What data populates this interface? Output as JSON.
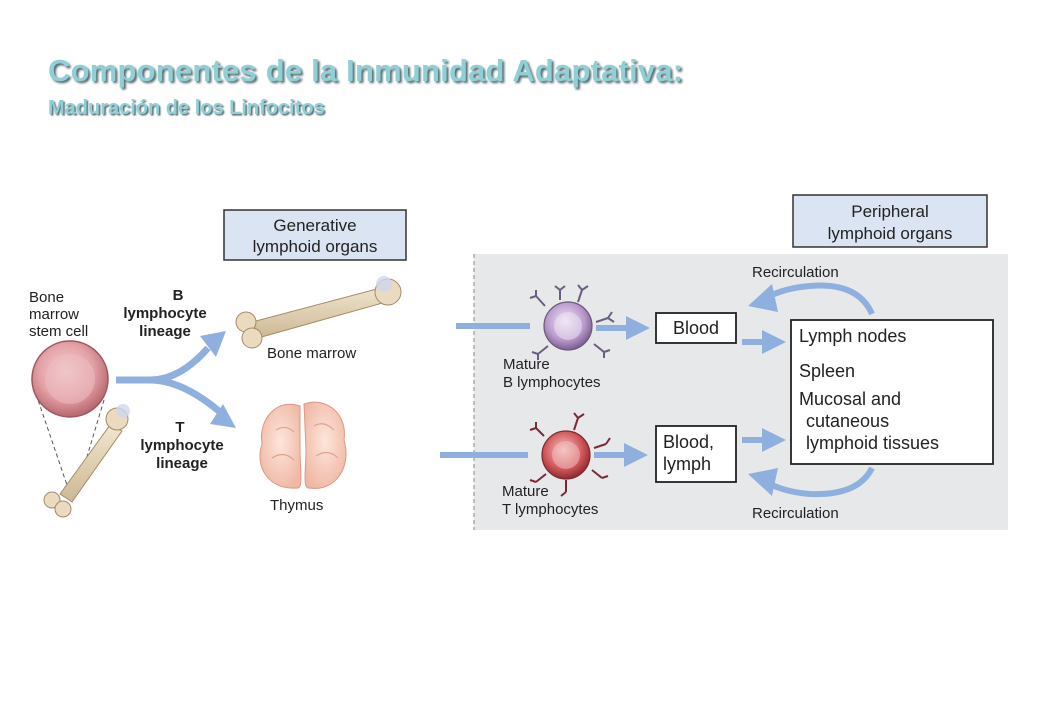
{
  "title": "Componentes de la Inmunidad Adaptativa:",
  "subtitle": "Maduración de los Linfocitos",
  "generative_header": [
    "Generative",
    "lymphoid organs"
  ],
  "peripheral_header": [
    "Peripheral",
    "lymphoid organs"
  ],
  "stem_cell_label": [
    "Bone",
    "marrow",
    "stem cell"
  ],
  "b_lineage_label": [
    "B",
    "lymphocyte",
    "lineage"
  ],
  "t_lineage_label": [
    "T",
    "lymphocyte",
    "lineage"
  ],
  "bone_marrow_label": "Bone marrow",
  "thymus_label": "Thymus",
  "mature_b_label": [
    "Mature",
    "B lymphocytes"
  ],
  "mature_t_label": [
    "Mature",
    "T lymphocytes"
  ],
  "blood_label": "Blood",
  "blood_lymph_label": [
    "Blood,",
    "lymph"
  ],
  "recirculation_top": "Recirculation",
  "recirculation_bottom": "Recirculation",
  "peripheral_list": [
    "Lymph nodes",
    "Spleen",
    "Mucosal and",
    "cutaneous",
    "lymphoid tissues"
  ],
  "colors": {
    "title": "#8fd0d6",
    "header_box": "#dbe4f3",
    "panel": "#e7e8ea",
    "arrow": "#8fb0de",
    "b_cell": "#b79ac9",
    "t_cell": "#c9484c",
    "stem_cell": "#d98d92"
  }
}
